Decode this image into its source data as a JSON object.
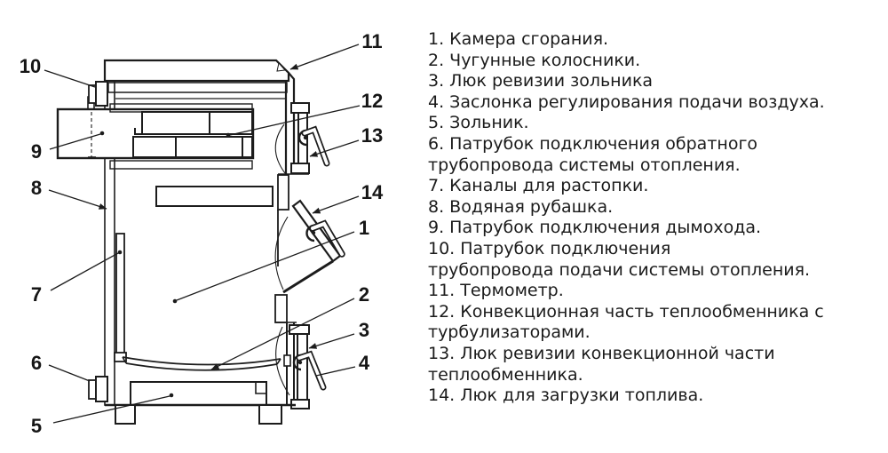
{
  "page": {
    "background": "#ffffff",
    "ink": "#1c1c1c",
    "description": "Cross-section schematic of a solid fuel heating boiler with numbered parts and legend"
  },
  "diagram": {
    "callouts": [
      "1",
      "2",
      "3",
      "4",
      "5",
      "6",
      "7",
      "8",
      "9",
      "10",
      "11",
      "12",
      "13",
      "14"
    ]
  },
  "legend": {
    "lines": [
      "1. Камера сгорания.",
      "2. Чугунные колосники.",
      "3. Люк ревизии зольника",
      "4. Заслонка регулирования подачи воздуха.",
      "5. Зольник.",
      "6. Патрубок подключения обратного",
      "трубопровода системы отопления.",
      "7. Каналы для растопки.",
      "8. Водяная рубашка.",
      "9. Патрубок подключения дымохода.",
      "10. Патрубок подключения",
      "трубопровода подачи системы отопления.",
      "11. Термометр.",
      "12. Конвекционная часть теплообменника с",
      "турбулизаторами.",
      "13. Люк ревизии конвекционной части",
      "теплообменника.",
      "14. Люк для загрузки топлива."
    ]
  }
}
